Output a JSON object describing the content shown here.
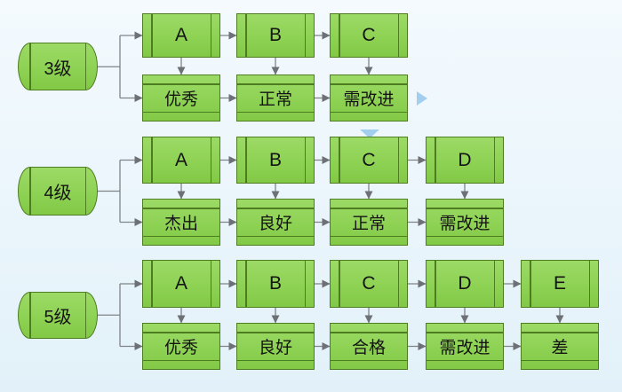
{
  "diagram": {
    "groups": [
      {
        "label": "3级",
        "grades": [
          "A",
          "B",
          "C"
        ],
        "ratings": [
          "优秀",
          "正常",
          "需改进"
        ]
      },
      {
        "label": "4级",
        "grades": [
          "A",
          "B",
          "C",
          "D"
        ],
        "ratings": [
          "杰出",
          "良好",
          "正常",
          "需改进"
        ]
      },
      {
        "label": "5级",
        "grades": [
          "A",
          "B",
          "C",
          "D",
          "E"
        ],
        "ratings": [
          "优秀",
          "良好",
          "合格",
          "需改进",
          "差"
        ]
      }
    ],
    "hint_arrows": [
      {
        "name": "continue-right",
        "direction": "right"
      },
      {
        "name": "continue-down",
        "direction": "down"
      }
    ],
    "colors": {
      "shape_fill": "#8ed254",
      "shape_fill_top": "#9cda66",
      "shape_border": "#4e7c20",
      "connector": "#7f8487",
      "arrowhead": "#6d7175",
      "hint_arrow": "#a3cfee",
      "background_top": "#f4fafe",
      "background_bottom": "#e2f1f9",
      "text": "#141414"
    }
  }
}
